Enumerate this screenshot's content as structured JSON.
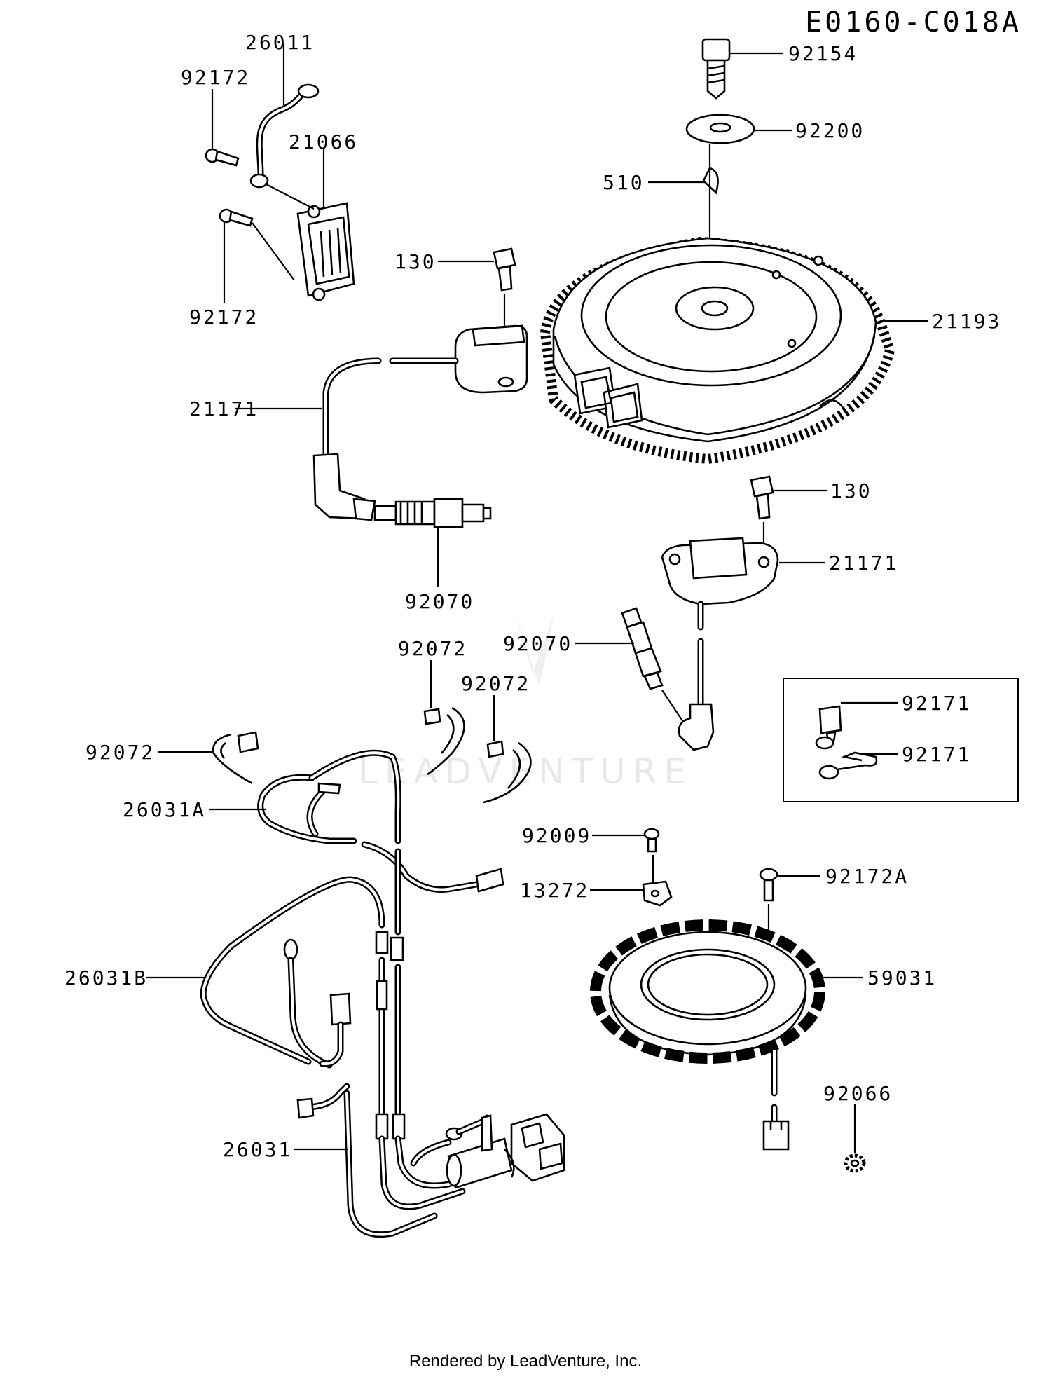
{
  "header": {
    "diagram_code": "E0160-C018A"
  },
  "footer": {
    "credit": "Rendered by LeadVenture, Inc."
  },
  "watermark": {
    "text": "LEADVENTURE"
  },
  "callouts": {
    "c26011": "26011",
    "c92172_top": "92172",
    "c21066": "21066",
    "c92172_bottom": "92172",
    "c92154": "92154",
    "c92200": "92200",
    "c510": "510",
    "c130_top": "130",
    "c21193": "21193",
    "c21171_left": "21171",
    "c130_right": "130",
    "c21171_right": "21171",
    "c92070_left": "92070",
    "c92070_right": "92070",
    "c92072_a": "92072",
    "c92072_b": "92072",
    "c92072_c": "92072",
    "c26031A": "26031A",
    "c92171_a": "92171",
    "c92171_b": "92171",
    "c92009": "92009",
    "c13272": "13272",
    "c92172A": "92172A",
    "c26031B": "26031B",
    "c59031": "59031",
    "c92066": "92066",
    "c26031": "26031"
  }
}
